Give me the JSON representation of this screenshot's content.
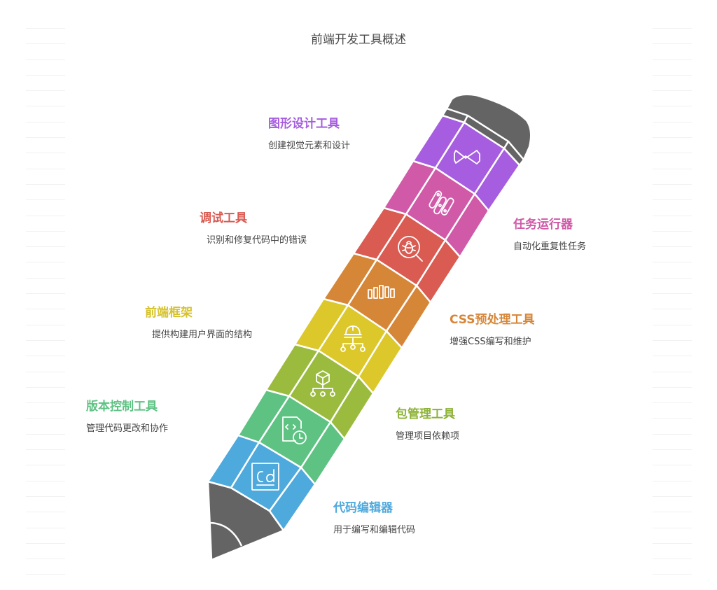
{
  "title": "前端开发工具概述",
  "colors": {
    "purple": "#A65DE0",
    "magenta": "#D05AA8",
    "red": "#D95B52",
    "orange": "#D68637",
    "yellow": "#DCC82B",
    "olive": "#9BBB3E",
    "green": "#5EC283",
    "blue": "#4EA9DC",
    "graphite": "#646464"
  },
  "segments": [
    {
      "name": "图形设计工具",
      "desc": "创建视觉元素和设计",
      "icon": "infinity-icon",
      "color": "#A65DE0"
    },
    {
      "name": "任务运行器",
      "desc": "自动化重复性任务",
      "icon": "switches-icon",
      "color": "#D05AA8"
    },
    {
      "name": "调试工具",
      "desc": "识别和修复代码中的错误",
      "icon": "bug-search-icon",
      "color": "#D95B52"
    },
    {
      "name": "CSS预处理工具",
      "desc": "增强CSS编写和维护",
      "icon": "bars-icon",
      "color": "#D68637"
    },
    {
      "name": "前端框架",
      "desc": "提供构建用户界面的结构",
      "icon": "helmet-hierarchy-icon",
      "color": "#D6C22C"
    },
    {
      "name": "包管理工具",
      "desc": "管理项目依赖项",
      "icon": "cube-hierarchy-icon",
      "color": "#8DB337"
    },
    {
      "name": "版本控制工具",
      "desc": "管理代码更改和协作",
      "icon": "code-file-clock-icon",
      "color": "#5EC283"
    },
    {
      "name": "代码编辑器",
      "desc": "用于编写和编辑代码",
      "icon": "cd-editor-icon",
      "color": "#4EA9DC"
    }
  ]
}
